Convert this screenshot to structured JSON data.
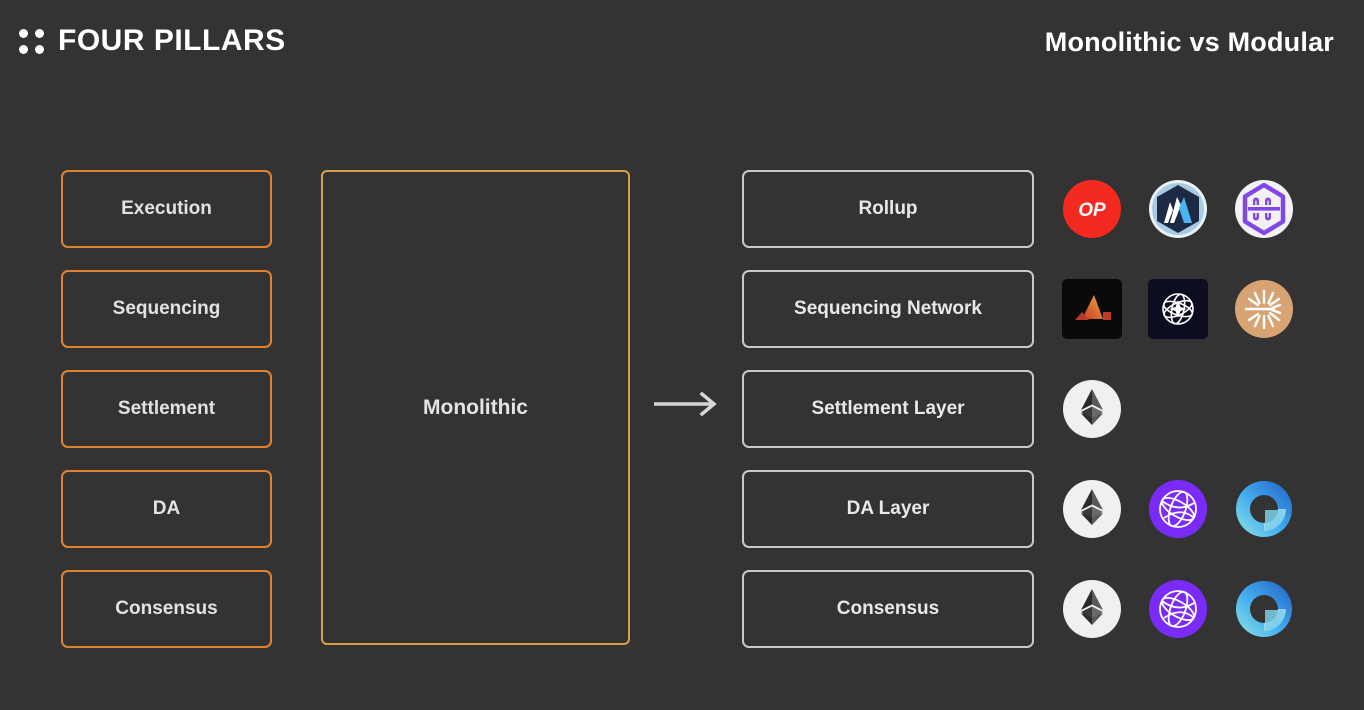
{
  "header": {
    "brand": "FOUR PILLARS",
    "brand_icon": "four-dots-icon",
    "title": "Monolithic vs Modular"
  },
  "colors": {
    "background": "#333333",
    "pillar_border": "#e2822f",
    "monolithic_border": "#d9a04a",
    "layer_border": "#c9c9c9",
    "text": "#e8e8e8",
    "optimism_red": "#ff0420",
    "celestia_purple": "#7b2bf9",
    "radius_tan": "#d8a372",
    "arbitrum_navy": "#1b2a47"
  },
  "left_column": {
    "items": [
      {
        "label": "Execution"
      },
      {
        "label": "Sequencing"
      },
      {
        "label": "Settlement"
      },
      {
        "label": "DA"
      },
      {
        "label": "Consensus"
      }
    ]
  },
  "middle": {
    "label": "Monolithic"
  },
  "arrow": {
    "icon": "arrow-right-icon"
  },
  "right_column": {
    "rows": [
      {
        "label": "Rollup",
        "logos": [
          {
            "name": "optimism-logo",
            "text": "OP"
          },
          {
            "name": "arbitrum-logo",
            "text": ""
          },
          {
            "name": "zksync-logo",
            "text": ""
          }
        ]
      },
      {
        "label": "Sequencing Network",
        "logos": [
          {
            "name": "astria-logo",
            "text": ""
          },
          {
            "name": "espresso-logo",
            "text": ""
          },
          {
            "name": "radius-logo",
            "text": ""
          }
        ]
      },
      {
        "label": "Settlement Layer",
        "logos": [
          {
            "name": "ethereum-logo",
            "text": ""
          }
        ]
      },
      {
        "label": "DA Layer",
        "logos": [
          {
            "name": "ethereum-logo",
            "text": ""
          },
          {
            "name": "celestia-logo",
            "text": ""
          },
          {
            "name": "eigenda-logo",
            "text": ""
          }
        ]
      },
      {
        "label": "Consensus",
        "logos": [
          {
            "name": "ethereum-logo",
            "text": ""
          },
          {
            "name": "celestia-logo",
            "text": ""
          },
          {
            "name": "eigenda-logo",
            "text": ""
          }
        ]
      }
    ]
  }
}
